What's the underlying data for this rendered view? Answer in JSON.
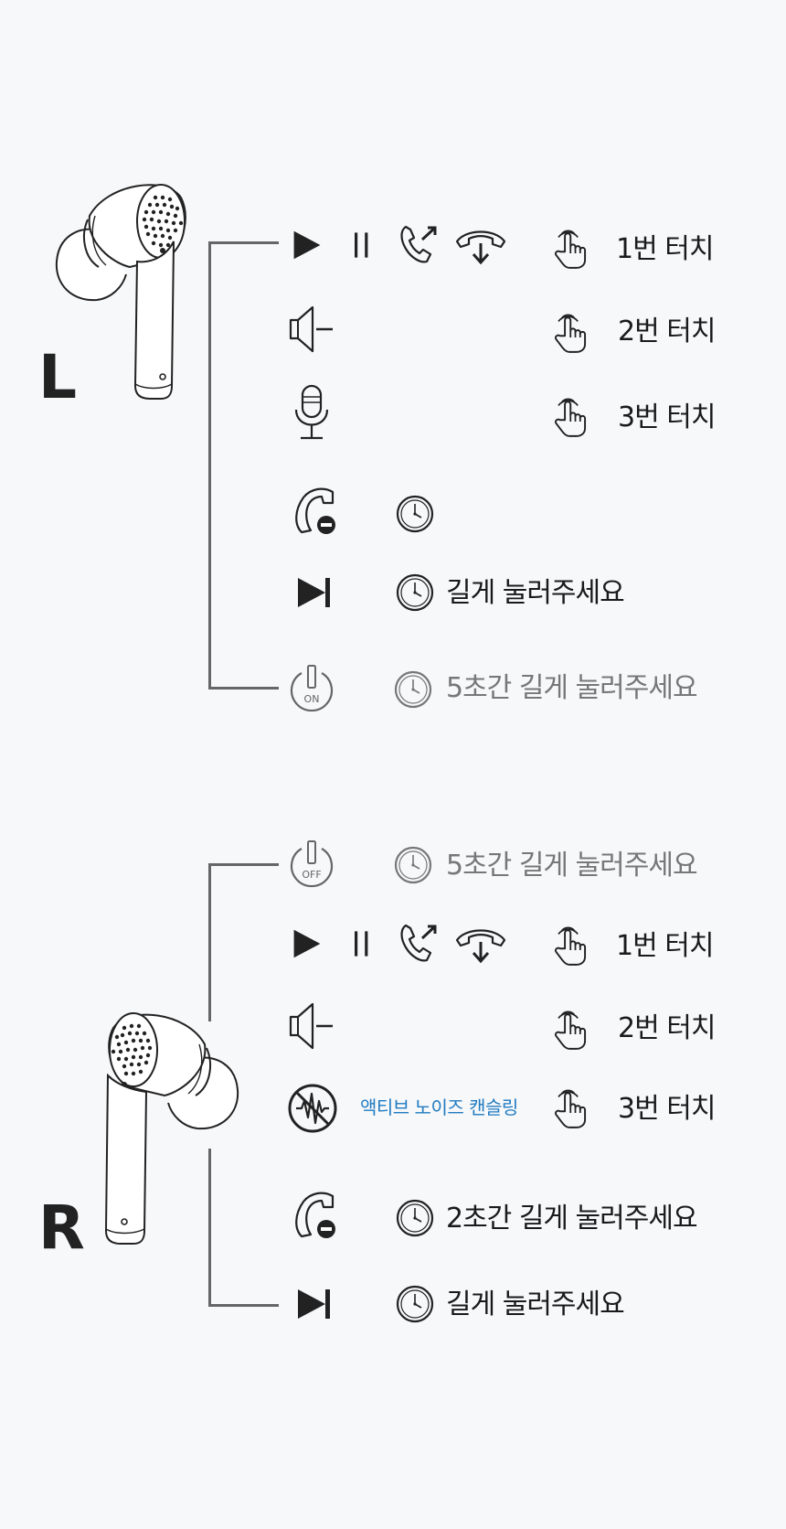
{
  "left": {
    "side_label": "L",
    "gestures": {
      "touch_1": "1번 터치",
      "touch_2": "2번 터치",
      "touch_3": "3번 터치"
    },
    "long_press": "길게 눌러주세요",
    "power_on": {
      "icon_text": "ON",
      "label": "5초간 길게 눌러주세요"
    }
  },
  "right": {
    "side_label": "R",
    "power_off": {
      "icon_text": "OFF",
      "label": "5초간 길게 눌러주세요"
    },
    "gestures": {
      "touch_1": "1번 터치",
      "touch_2": "2번 터치",
      "touch_3": "3번 터치"
    },
    "anc_label": "액티브 노이즈 캔슬링",
    "reject_call_label": "2초간 길게 눌러주세요",
    "long_press": "길게 눌러주세요"
  },
  "colors": {
    "background": "#f7f8fa",
    "line": "#666666",
    "text": "#1a1a1a",
    "muted": "#777777",
    "accent_blue": "#1f7ac0"
  }
}
